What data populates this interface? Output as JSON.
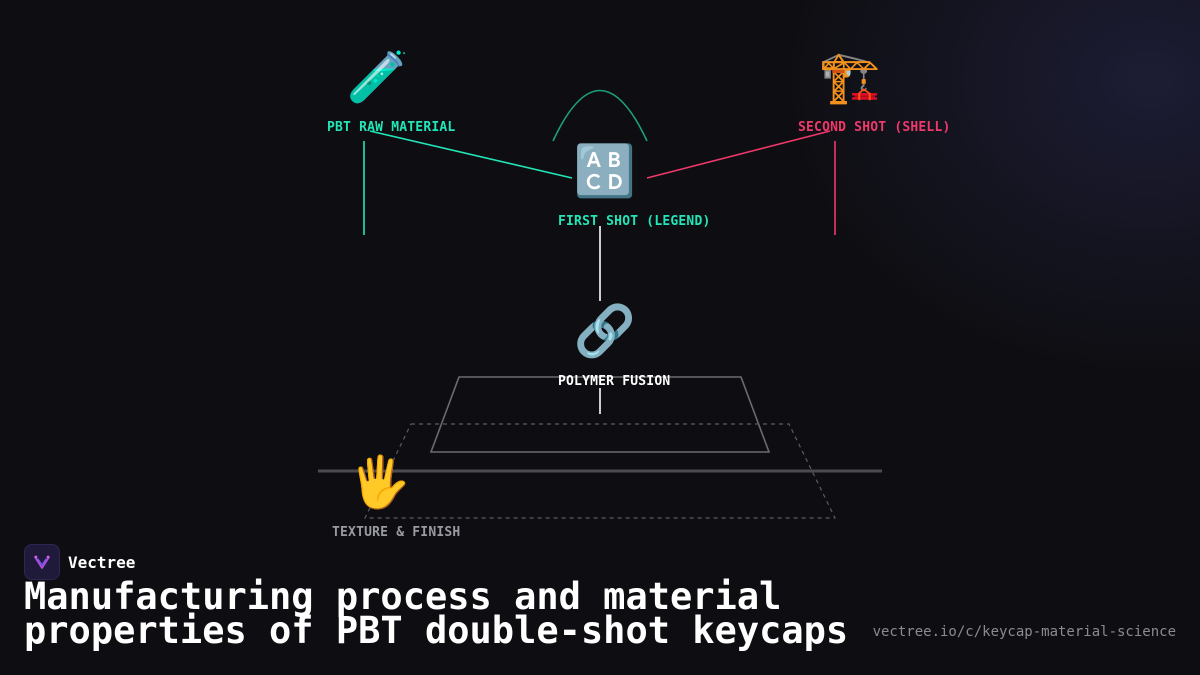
{
  "nodes": {
    "raw_material": {
      "icon": "🧪",
      "icon_name": "test-tube-icon",
      "label": "PBT RAW MATERIAL",
      "color": "#22e6b8"
    },
    "second_shot": {
      "icon": "🏗️",
      "icon_name": "crane-icon",
      "label": "SECOND SHOT (SHELL)",
      "color": "#f0386b"
    },
    "first_shot": {
      "icon": "🔠",
      "icon_name": "letters-icon",
      "label": "FIRST SHOT (LEGEND)",
      "color": "#22e6b8"
    },
    "fusion": {
      "icon": "🔗",
      "icon_name": "link-icon",
      "label": "POLYMER FUSION",
      "color": "#ffffff"
    },
    "texture": {
      "icon": "🖐️",
      "icon_name": "hand-icon",
      "label": "TEXTURE & FINISH",
      "color": "#9a9aa2"
    }
  },
  "brand": {
    "name": "Vectree",
    "logo_icon": "vectree-logo-icon"
  },
  "title": "Manufacturing process and material properties of PBT double-shot keycaps",
  "url": "vectree.io/c/keycap-material-science",
  "colors": {
    "teal": "#22e6b8",
    "pink": "#f0386b",
    "background": "#0e0e12"
  }
}
